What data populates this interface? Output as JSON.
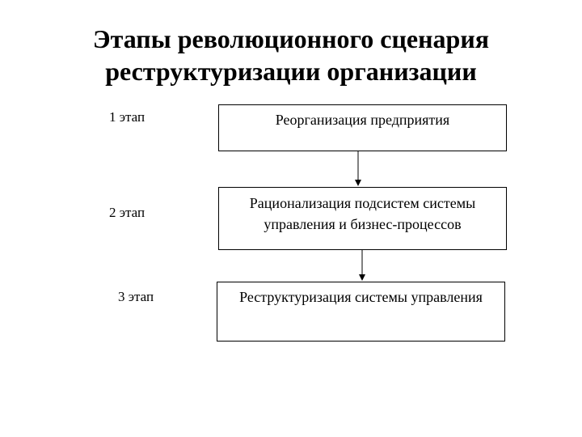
{
  "title": {
    "line1": "Этапы революционного сценария",
    "line2": "реструктуризации организации"
  },
  "stages": [
    {
      "label": "1 этап",
      "box_lines": [
        "Реорганизация предприятия"
      ]
    },
    {
      "label": "2 этап",
      "box_lines": [
        "Рационализация подсистем системы",
        "управления и бизнес-процессов"
      ]
    },
    {
      "label": "3 этап",
      "box_lines": [
        "Реструктуризация системы управления"
      ]
    }
  ],
  "colors": {
    "stroke": "#000000",
    "background": "#ffffff"
  }
}
